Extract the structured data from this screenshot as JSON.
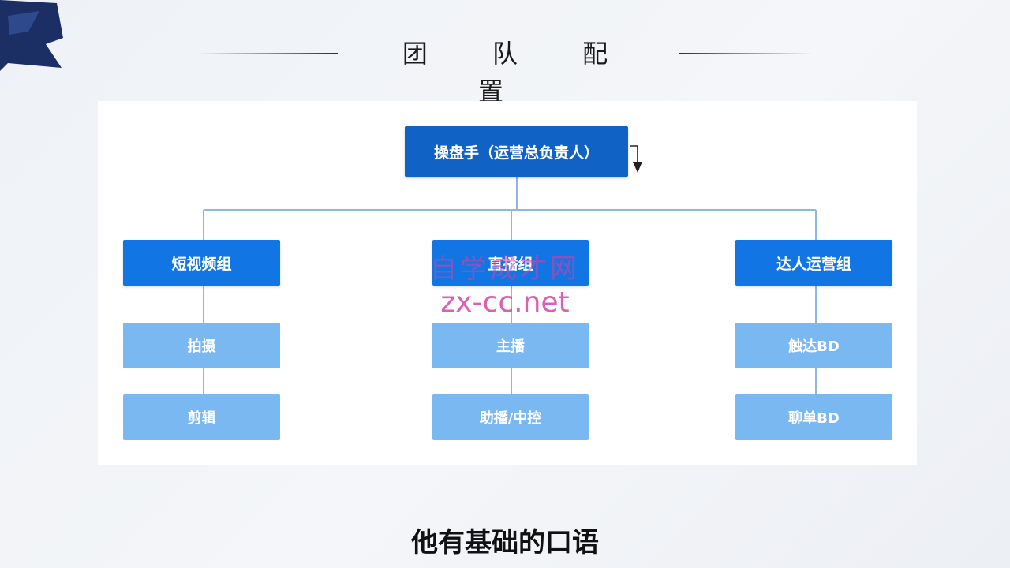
{
  "title": "团 队 配 置",
  "org_chart": {
    "root": "操盘手（运营总负责人）",
    "groups": [
      {
        "label": "短视频组",
        "members": [
          "拍摄",
          "剪辑"
        ]
      },
      {
        "label": "直播组",
        "members": [
          "主播",
          "助播/中控"
        ]
      },
      {
        "label": "达人运营组",
        "members": [
          "触达BD",
          "聊单BD"
        ]
      }
    ]
  },
  "watermark": {
    "line1": "自学成才网",
    "line2": "zx-cc.net"
  },
  "subtitle": "他有基础的口语",
  "colors": {
    "root_box": "#1162c5",
    "group_box": "#1176e3",
    "member_box": "#7ab8f2",
    "connector": "#8fb8dc"
  }
}
